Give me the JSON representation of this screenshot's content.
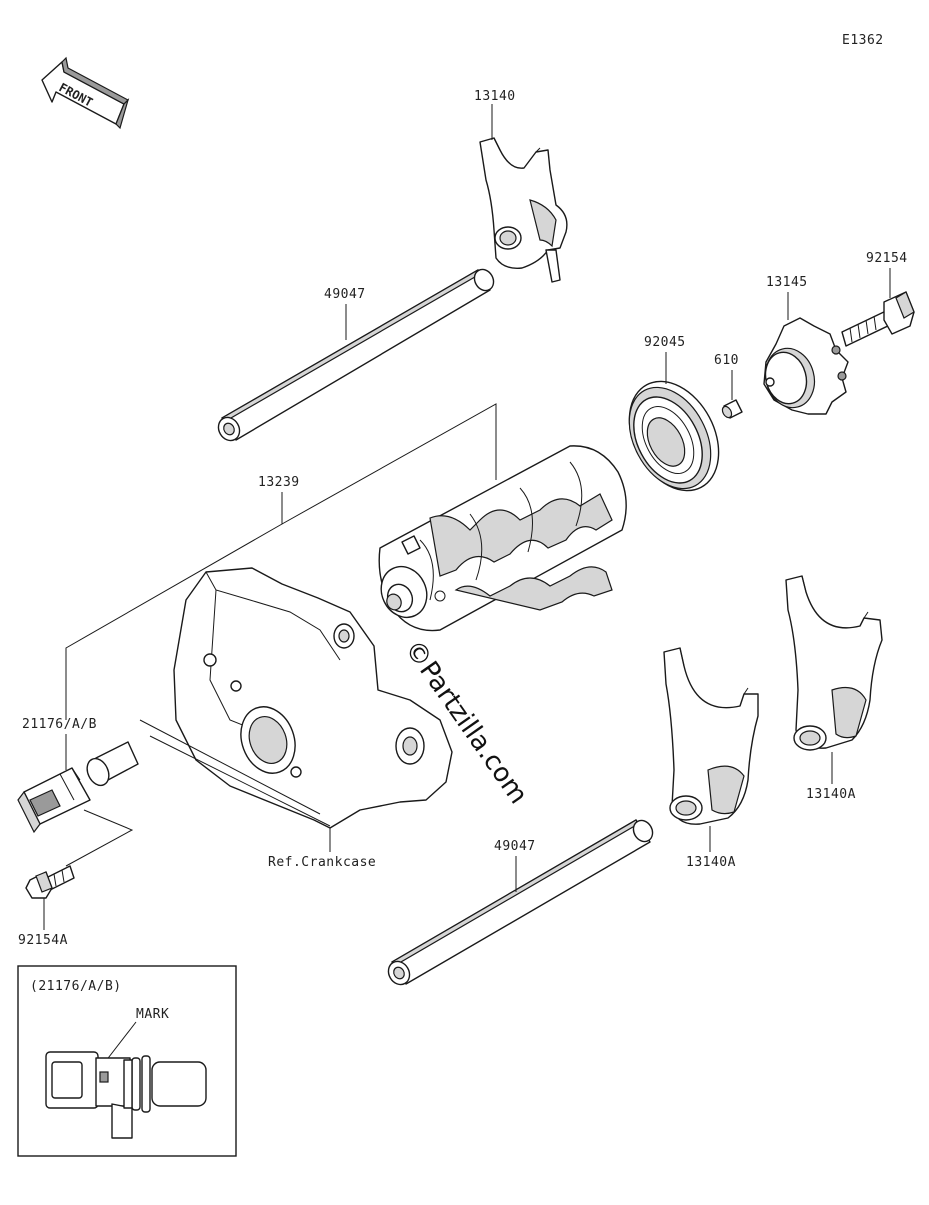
{
  "diagram": {
    "code": "E1362",
    "front_label": "FRONT",
    "watermark": "©Partzilla.com",
    "labels": {
      "p13140": "13140",
      "p49047_top": "49047",
      "p92154": "92154",
      "p13145": "13145",
      "p92045": "92045",
      "p610": "610",
      "p13239": "13239",
      "p21176": "21176/A/B",
      "p13140A_right": "13140A",
      "p13140A_mid": "13140A",
      "ref_crankcase": "Ref.Crankcase",
      "p49047_bottom": "49047",
      "p92154A": "92154A"
    },
    "inset": {
      "title": "(21176/A/B)",
      "mark_label": "MARK"
    }
  }
}
